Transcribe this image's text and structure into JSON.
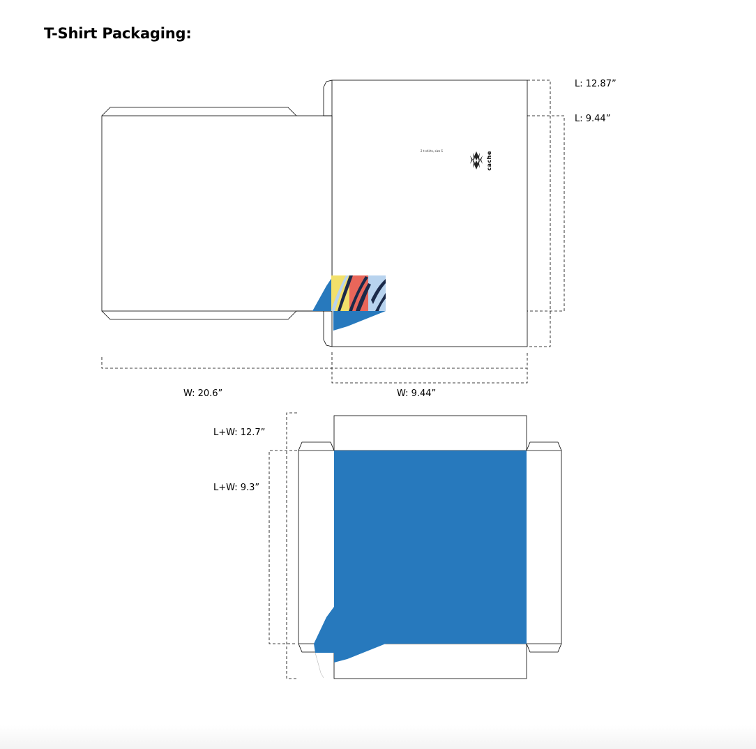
{
  "page": {
    "title": "T-Shirt Packaging:"
  },
  "top_dieline": {
    "dimensions": {
      "length_outer": "L: 12.87”",
      "length_inner": "L: 9.44”",
      "width_total": "W: 20.6”",
      "width_front": "W: 9.44”"
    },
    "panel_print": {
      "small_text": "2 t-shirts, size S",
      "brand_word": "cache"
    },
    "colors": {
      "pattern_yellow": "#f2e06a",
      "pattern_red": "#e8665a",
      "pattern_navy": "#1b2a4a",
      "pattern_light_blue": "#b8d3ee",
      "blue": "#2779bd"
    }
  },
  "bottom_dieline": {
    "dimensions": {
      "lw_outer": "L+W: 12.7”",
      "lw_inner": "L+W: 9.3”"
    },
    "colors": {
      "base_blue": "#2779bd"
    }
  }
}
